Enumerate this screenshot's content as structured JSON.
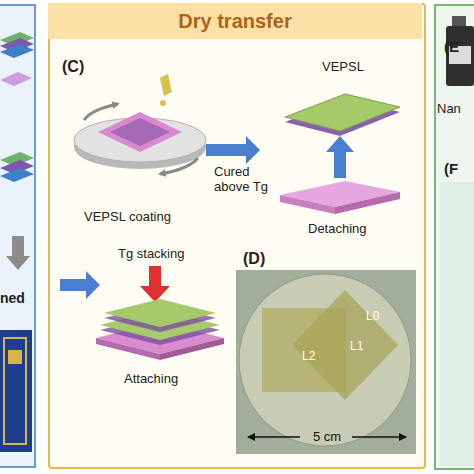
{
  "diagram": {
    "nodes": [
      {
        "text": [
          "ned"
        ]
      },
      {
        "text": [
          "Dry transfer"
        ]
      },
      {
        "text": [
          "L0",
          "L1",
          "L2",
          "5 cm"
        ],
        "in": 1
      },
      {
        "text": [
          "(E",
          "Nan",
          "(F"
        ]
      }
    ],
    "labels": [
      "(C)",
      "VEPSL coating",
      "Cured above Tg",
      "VEPSL",
      "Detaching",
      "Tg stacking",
      "Attaching",
      "(D)"
    ]
  }
}
